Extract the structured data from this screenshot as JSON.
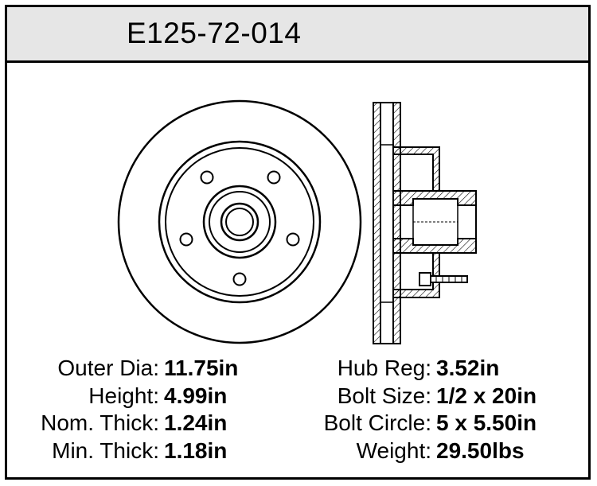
{
  "part_number": "E125-72-014",
  "specs_left": [
    {
      "label": "Outer Dia:",
      "value": "11.75in"
    },
    {
      "label": "Height:",
      "value": "4.99in"
    },
    {
      "label": "Nom. Thick:",
      "value": "1.24in"
    },
    {
      "label": "Min. Thick:",
      "value": "1.18in"
    }
  ],
  "specs_right": [
    {
      "label": "Hub Reg:",
      "value": "3.52in"
    },
    {
      "label": "Bolt Size:",
      "value": "1/2 x 20in"
    },
    {
      "label": "Bolt Circle:",
      "value": "5 x 5.50in"
    },
    {
      "label": "Weight:",
      "value": "29.50lbs"
    }
  ],
  "colors": {
    "line": "#000000",
    "header_bg": "#e6e6e6",
    "background": "#ffffff"
  }
}
